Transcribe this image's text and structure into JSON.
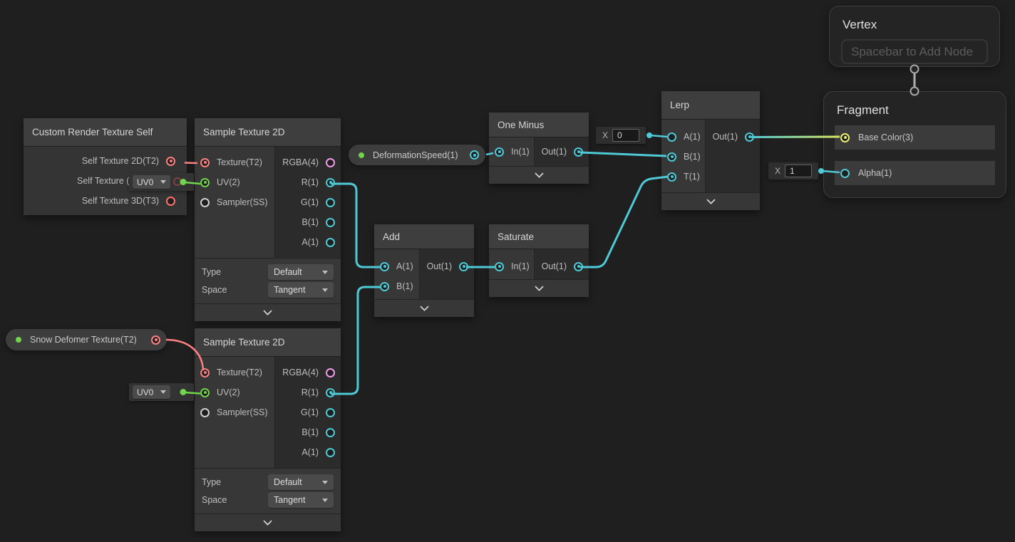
{
  "colors": {
    "wire_cyan": "#4ec9d6",
    "wire_green": "#70d44c",
    "wire_red": "#ff8080",
    "port_pink": "#f29bee",
    "port_yellow": "#e9f170",
    "port_gray": "#d0d0d0",
    "connector_gray": "#b0b0b0"
  },
  "vertex_block": {
    "title": "Vertex",
    "placeholder": "Spacebar to Add Node"
  },
  "fragment_block": {
    "title": "Fragment",
    "base_color_label": "Base Color(3)",
    "alpha_label": "Alpha(1)",
    "alpha_default": {
      "label": "X",
      "value": "1"
    }
  },
  "nodes": {
    "custom_render_texture_self": {
      "title": "Custom Render Texture Self",
      "outputs": {
        "tex2d": "Self Texture 2D(T2)",
        "tex_partial": "Self Texture (",
        "tex3d": "Self Texture 3D(T3)"
      }
    },
    "sample_a": {
      "title": "Sample Texture 2D",
      "inputs": {
        "texture": "Texture(T2)",
        "uv": "UV(2)",
        "sampler": "Sampler(SS)"
      },
      "outputs": {
        "rgba": "RGBA(4)",
        "r": "R(1)",
        "g": "G(1)",
        "b": "B(1)",
        "a": "A(1)"
      },
      "controls": {
        "type_label": "Type",
        "type_value": "Default",
        "space_label": "Space",
        "space_value": "Tangent"
      },
      "uv_channel": "UV0"
    },
    "sample_b": {
      "title": "Sample Texture 2D",
      "inputs": {
        "texture": "Texture(T2)",
        "uv": "UV(2)",
        "sampler": "Sampler(SS)"
      },
      "outputs": {
        "rgba": "RGBA(4)",
        "r": "R(1)",
        "g": "G(1)",
        "b": "B(1)",
        "a": "A(1)"
      },
      "controls": {
        "type_label": "Type",
        "type_value": "Default",
        "space_label": "Space",
        "space_value": "Tangent"
      },
      "uv_channel": "UV0"
    },
    "one_minus": {
      "title": "One Minus",
      "input": "In(1)",
      "output": "Out(1)"
    },
    "add": {
      "title": "Add",
      "input_a": "A(1)",
      "input_b": "B(1)",
      "output": "Out(1)"
    },
    "saturate": {
      "title": "Saturate",
      "input": "In(1)",
      "output": "Out(1)"
    },
    "lerp": {
      "title": "Lerp",
      "inputs": {
        "a": "A(1)",
        "b": "B(1)",
        "t": "T(1)"
      },
      "output": "Out(1)",
      "a_default": {
        "label": "X",
        "value": "0"
      }
    }
  },
  "properties": {
    "deformation_speed": "DeformationSpeed(1)",
    "snow_deformer": "Snow Defomer Texture(T2)"
  }
}
